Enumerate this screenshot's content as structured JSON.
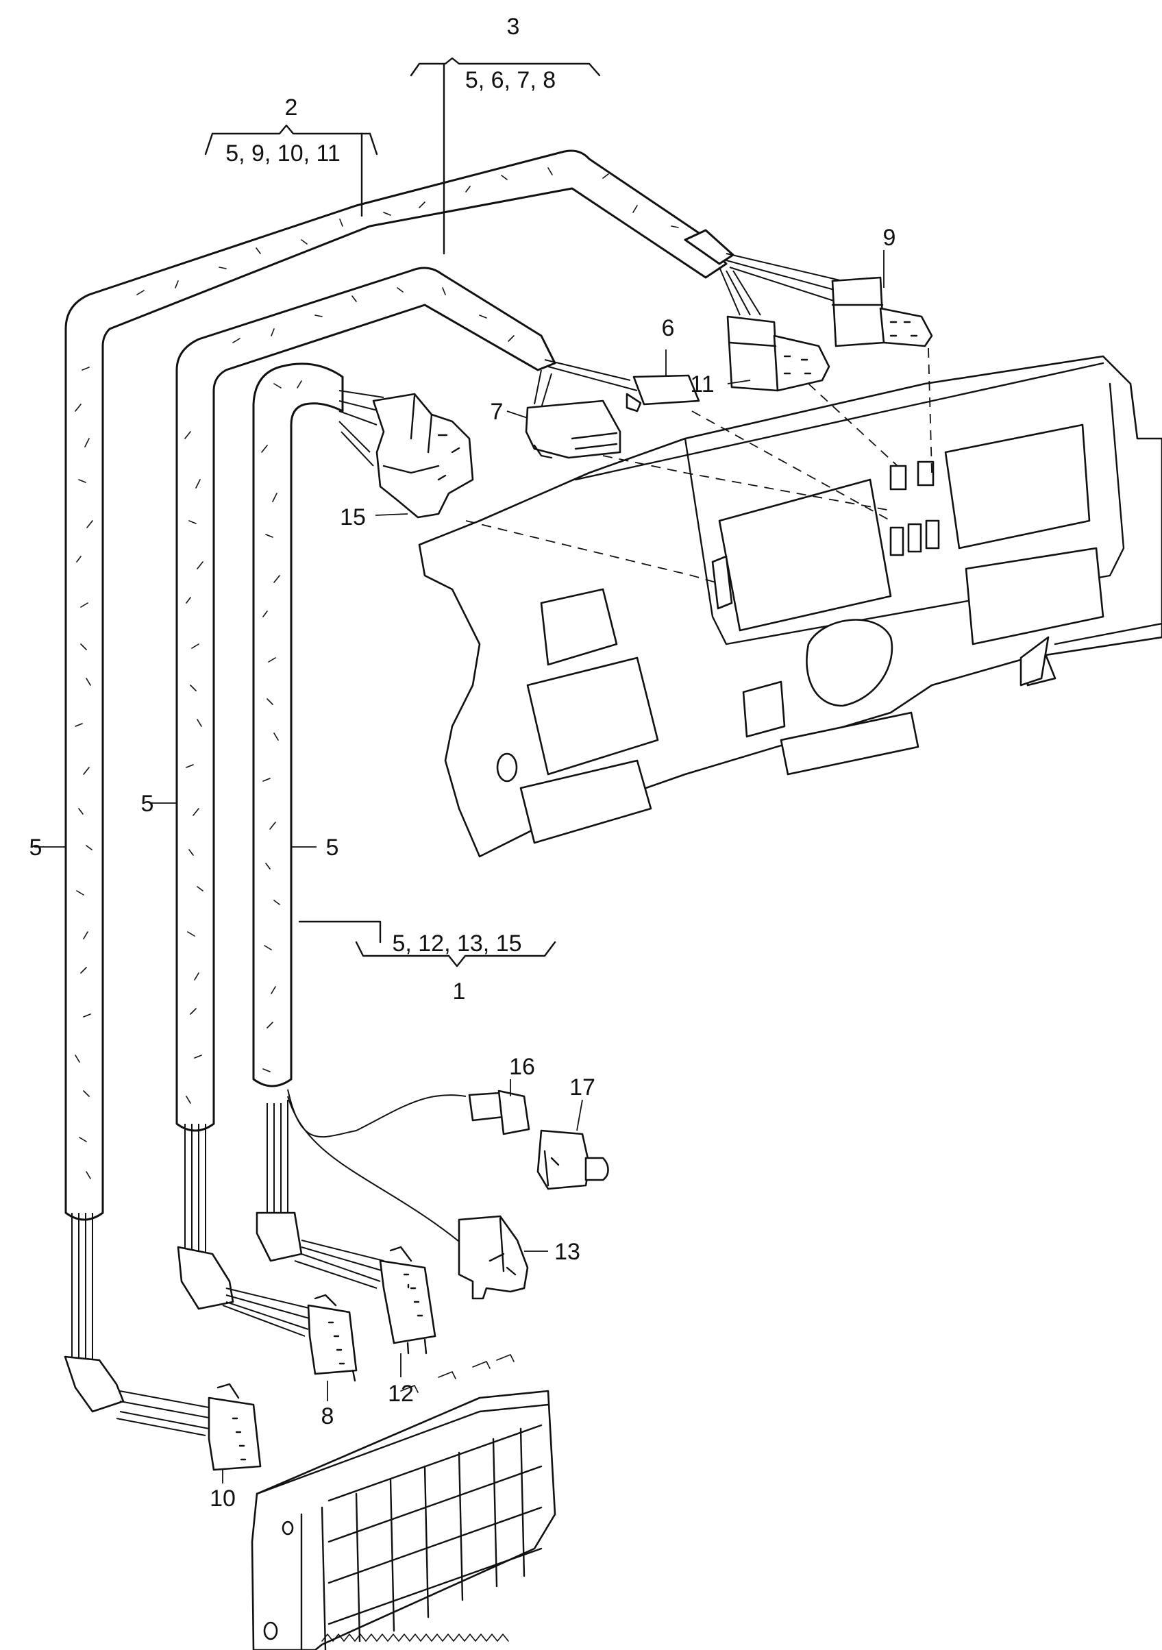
{
  "labels": {
    "l1": "1",
    "l2": "2",
    "l3": "3",
    "g1": "5, 12, 13, 15",
    "g2": "5, 9, 10, 11",
    "g3": "5, 6, 7, 8",
    "l5a": "5",
    "l5b": "5",
    "l5c": "5",
    "l6": "6",
    "l7": "7",
    "l8": "8",
    "l9": "9",
    "l10": "10",
    "l11": "11",
    "l12": "12",
    "l13": "13",
    "l15": "15",
    "l16": "16",
    "l17": "17"
  }
}
